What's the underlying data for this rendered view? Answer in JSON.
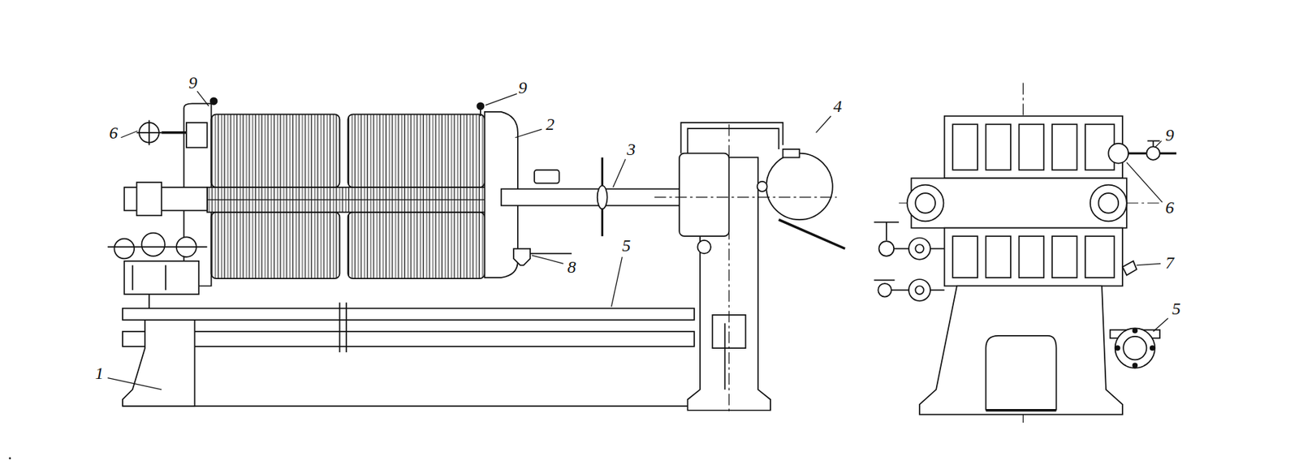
{
  "diagram": {
    "labels": [
      "6",
      "9",
      "9",
      "2",
      "3",
      "4",
      "8",
      "5",
      "1",
      "9",
      "6",
      "7",
      "5"
    ]
  }
}
